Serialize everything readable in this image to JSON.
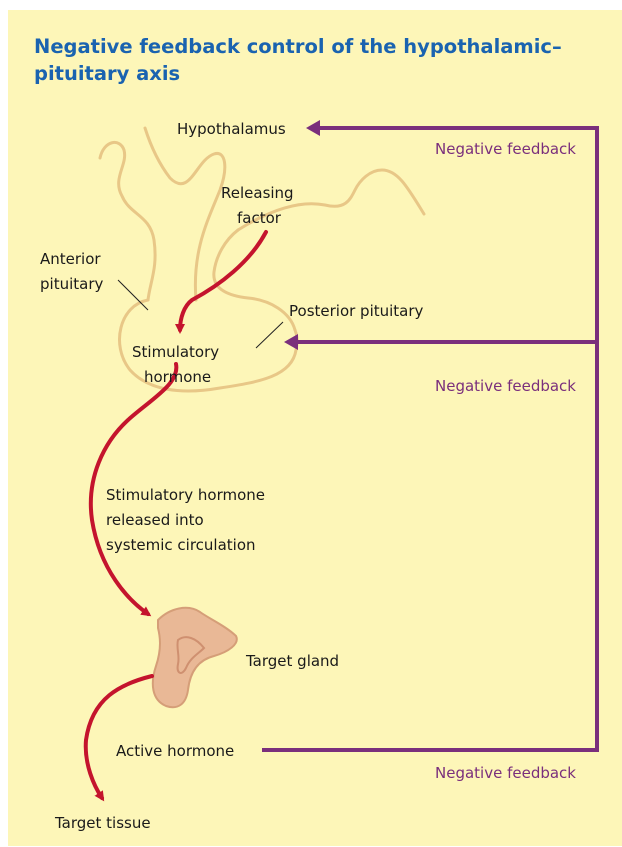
{
  "title": "Negative feedback control of the hypothalamic–pituitary axis",
  "labels": {
    "hypothalamus": "Hypothalamus",
    "releasing_factor_1": "Releasing",
    "releasing_factor_2": "factor",
    "anterior_pituitary_1": "Anterior",
    "anterior_pituitary_2": "pituitary",
    "posterior_pituitary": "Posterior pituitary",
    "stimulatory_hormone_1": "Stimulatory",
    "stimulatory_hormone_2": "hormone",
    "circulation_1": "Stimulatory hormone",
    "circulation_2": "released into",
    "circulation_3": "systemic circulation",
    "target_gland": "Target gland",
    "active_hormone": "Active hormone",
    "target_tissue": "Target tissue"
  },
  "feedback": {
    "top": "Negative feedback",
    "middle": "Negative feedback",
    "bottom": "Negative feedback"
  },
  "colors": {
    "background": "#fdf6b8",
    "title": "#1a63b0",
    "feedback_arrow": "#7a2f7c",
    "hormone_arrow": "#c4142d",
    "gland_outline": "#e8c787",
    "target_gland_fill": "#e9b896"
  }
}
